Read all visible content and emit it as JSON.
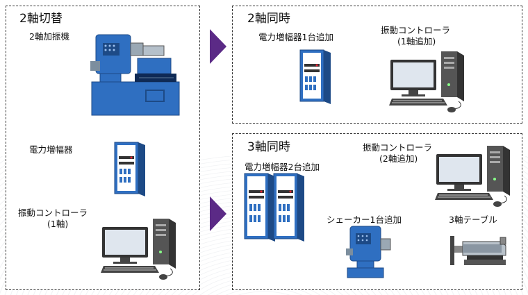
{
  "left_panel": {
    "title": "2軸切替",
    "shaker_label": "2軸加振機",
    "amp_label": "電力増幅器",
    "controller_label_line1": "振動コントローラ",
    "controller_label_line2": "(1軸)"
  },
  "top_right_panel": {
    "title": "2軸同時",
    "amp_label": "電力増幅器1台追加",
    "controller_label_line1": "振動コントローラ",
    "controller_label_line2": "(1軸追加)"
  },
  "bottom_right_panel": {
    "title": "3軸同時",
    "amp_label": "電力増幅器2台追加",
    "controller_label_line1": "振動コントローラ",
    "controller_label_line2": "(2軸追加)",
    "shaker_label": "シェーカー1台追加",
    "table_label": "3軸テーブル"
  },
  "colors": {
    "equipment_blue": "#2f6fc1",
    "arrow_purple": "#5b2a86"
  }
}
